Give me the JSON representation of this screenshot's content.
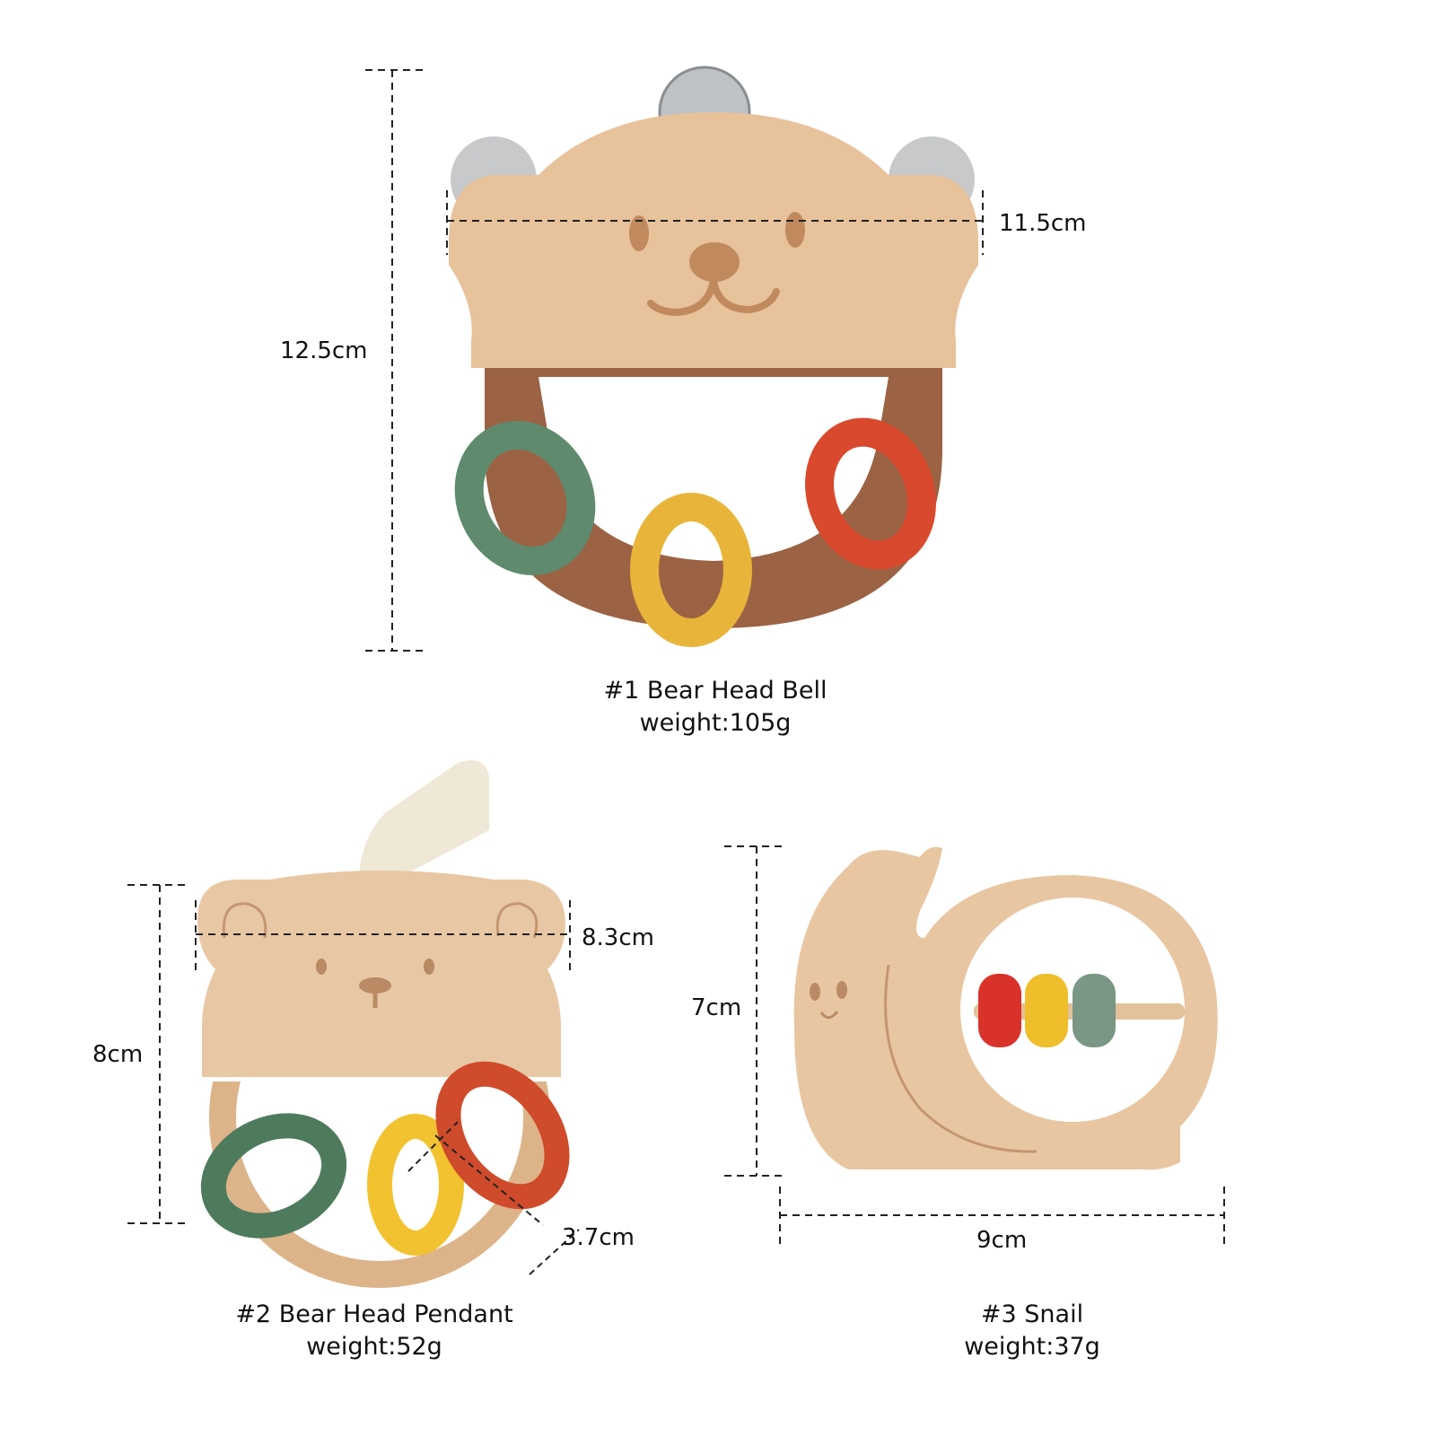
{
  "products": [
    {
      "id": 1,
      "title": "#1 Bear Head Bell",
      "weight": "weight:105g",
      "dimensions": {
        "height": "12.5cm",
        "width": "11.5cm"
      },
      "ring_colors": [
        "#5f8a6e",
        "#e8b53a",
        "#d9492e"
      ],
      "wood_colors": {
        "face": "#e6c19a",
        "ring": "#9c6244"
      },
      "accessory": "metal bell"
    },
    {
      "id": 2,
      "title": "#2 Bear Head Pendant",
      "weight": "weight:52g",
      "dimensions": {
        "height": "8cm",
        "width": "8.3cm",
        "ring_diameter": "3.7cm"
      },
      "ring_colors": [
        "#4f7b5d",
        "#f2c230",
        "#cf4b2b"
      ],
      "wood_colors": {
        "face": "#e8c8a4",
        "ring": "#ddb48a"
      },
      "accessory": "cotton strap"
    },
    {
      "id": 3,
      "title": "#3 Snail",
      "weight": "weight:37g",
      "dimensions": {
        "height": "7cm",
        "width": "9cm"
      },
      "bead_colors": [
        "#d9322b",
        "#efbe2a",
        "#7a9684"
      ],
      "wood_colors": {
        "body": "#e8c6a1"
      }
    }
  ],
  "colors": {
    "background": "#ffffff",
    "text": "#111111",
    "dim_line": "#222222"
  }
}
